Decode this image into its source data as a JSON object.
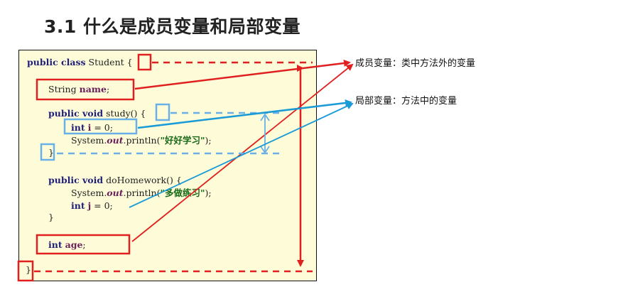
{
  "title": "3.1 什么是成员变量和局部变量",
  "labels": {
    "member": "成员变量：类中方法外的变量",
    "local": "局部变量：方法中的变量"
  },
  "code": {
    "line1": {
      "kw": "public class",
      "name": "Student",
      "brace": "{"
    },
    "line2": {
      "type": "String",
      "var": "name",
      "end": ";"
    },
    "line3": {
      "kw": "public void",
      "name": "study()",
      "brace": "{"
    },
    "line4": {
      "kw": "int",
      "var": "i",
      "rest": "= 0;"
    },
    "line5": {
      "obj": "System.",
      "out": "out",
      "call": ".println(",
      "str": "\"好好学习\"",
      "end": ");"
    },
    "line6": {
      "brace": "}"
    },
    "line7": {
      "kw": "public void",
      "name": "doHomework()",
      "brace": "{"
    },
    "line8": {
      "obj": "System.",
      "out": "out",
      "call": ".println(",
      "str": "\"多做练习\"",
      "end": ");"
    },
    "line9": {
      "kw": "int",
      "var": "j",
      "rest": "= 0;"
    },
    "line10": {
      "brace": "}"
    },
    "line11": {
      "kw": "int",
      "var": "age",
      "end": ";"
    },
    "line12": {
      "brace": "}"
    }
  },
  "colors": {
    "red": "#e02020",
    "blue": "#1a9ad6",
    "lightblue": "#6ab0e8",
    "panel": "#fefcd8"
  }
}
